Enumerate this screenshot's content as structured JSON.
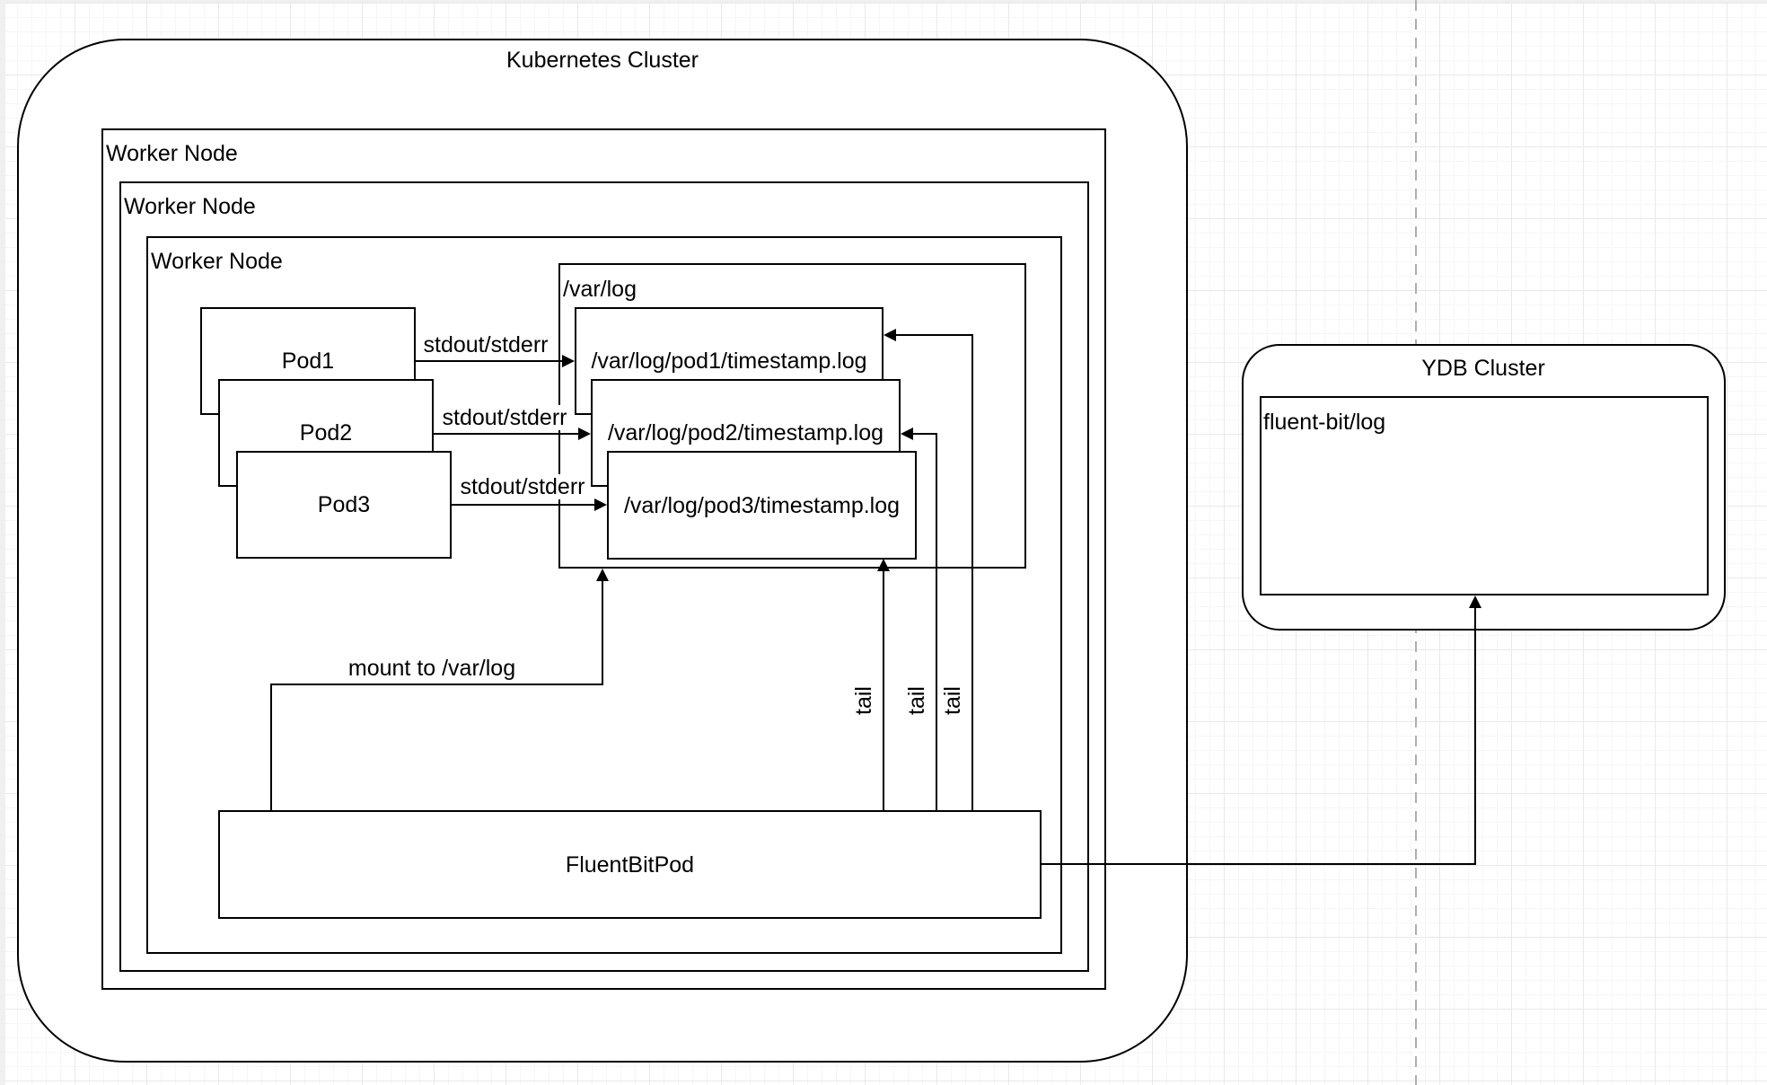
{
  "diagram": {
    "kubernetes_cluster": {
      "label": "Kubernetes Cluster"
    },
    "worker_nodes": [
      {
        "label": "Worker Node"
      },
      {
        "label": "Worker Node"
      },
      {
        "label": "Worker Node"
      }
    ],
    "pods": [
      {
        "label": "Pod1"
      },
      {
        "label": "Pod2"
      },
      {
        "label": "Pod3"
      }
    ],
    "var_log": {
      "label": "/var/log"
    },
    "log_files": [
      {
        "label": "/var/log/pod1/timestamp.log"
      },
      {
        "label": "/var/log/pod2/timestamp.log"
      },
      {
        "label": "/var/log/pod3/timestamp.log"
      }
    ],
    "fluent_bit_pod": {
      "label": "FluentBitPod"
    },
    "ydb_cluster": {
      "label": "YDB Cluster",
      "fluent_bit_log": {
        "label": "fluent-bit/log"
      }
    },
    "edges": {
      "stdout_labels": [
        "stdout/stderr",
        "stdout/stderr",
        "stdout/stderr"
      ],
      "tail_labels": [
        "tail",
        "tail",
        "tail"
      ],
      "mount_label": "mount to /var/log"
    },
    "colors": {
      "stroke": "#000000",
      "fill": "#ffffff",
      "page_divider": "#aeaeae",
      "grid_minor": "#f6f6f6",
      "grid_major": "#e9e9e9"
    }
  }
}
